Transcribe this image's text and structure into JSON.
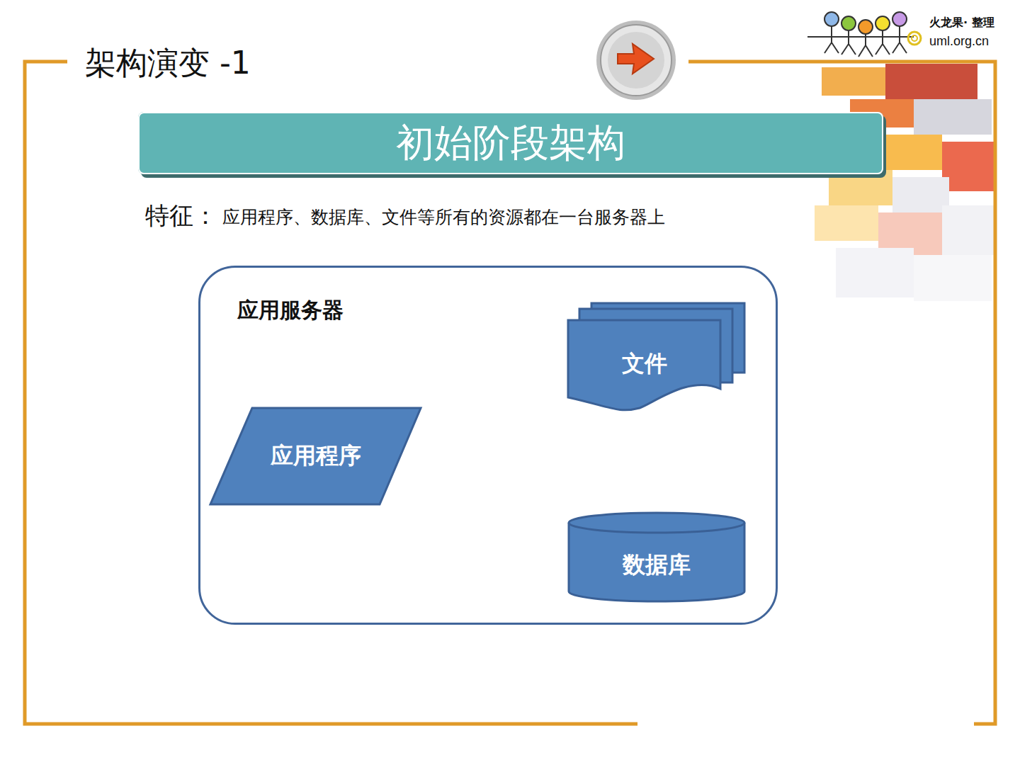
{
  "diagram": {
    "title": "架构演变 -1",
    "nodes": [
      {
        "text": [
          "初始阶段架构"
        ]
      },
      {
        "text": [
          "应用服务器"
        ]
      },
      {
        "text": [
          "应用程序"
        ],
        "in": 1
      },
      {
        "text": [
          "文件"
        ],
        "in": 1
      },
      {
        "text": [
          "数据库"
        ],
        "in": 1
      }
    ],
    "edges": [
      {
        "from": 2,
        "to": 3,
        "arrow": "to"
      },
      {
        "from": 2,
        "to": 4,
        "arrow": "to"
      }
    ],
    "labels": [
      "火龙果· 整理",
      "uml.org.cn",
      "特征：",
      "应用程序、数据库、文件等所有的资源都在一台服务器上"
    ]
  }
}
